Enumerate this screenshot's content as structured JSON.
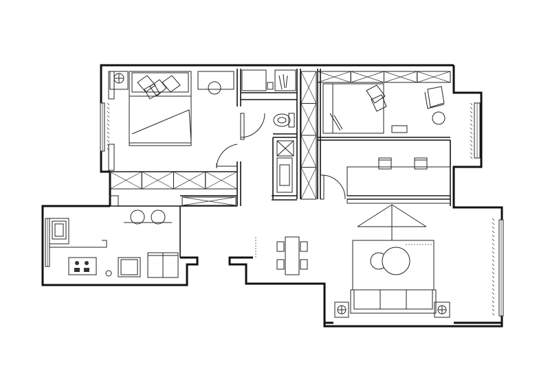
{
  "plan": {
    "background": "#ffffff",
    "line_color": "#111111"
  },
  "rooms": [
    "master-bedroom",
    "second-bedroom",
    "bathroom",
    "kitchen",
    "living-room",
    "dining-area",
    "corridor"
  ]
}
